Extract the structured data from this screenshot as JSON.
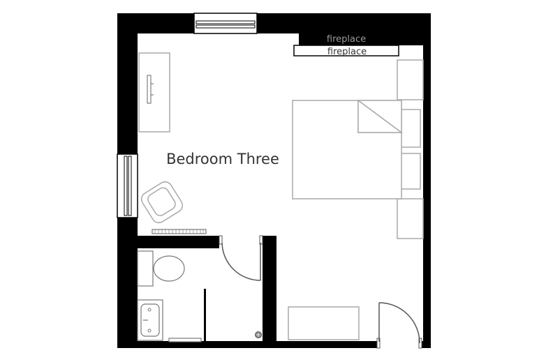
{
  "room": {
    "name": "Bedroom Three"
  },
  "fireplace": {
    "ghost_label": "fireplace",
    "label": "fireplace"
  },
  "icons": [
    "window-icon",
    "desk-icon",
    "armchair-icon",
    "radiator-icon",
    "bed-icon",
    "bedside-table-icon",
    "wardrobe-icon",
    "toilet-icon",
    "sink-icon",
    "door-icon",
    "drain-icon",
    "bench-icon"
  ],
  "colors": {
    "wall": "#000000",
    "floor": "#ffffff",
    "furniture_stroke": "#a9a9a9",
    "label": "#333333"
  }
}
